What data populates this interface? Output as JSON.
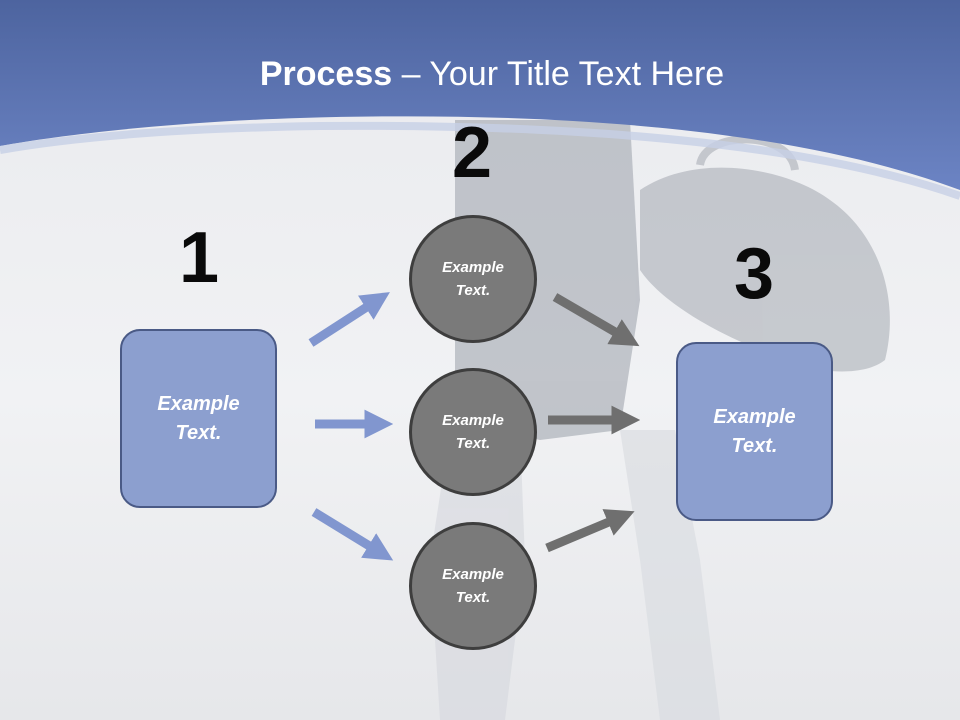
{
  "title": {
    "bold": "Process",
    "rest": " – Your Title Text Here"
  },
  "steps": [
    {
      "number": "1",
      "label": "Example\nText."
    },
    {
      "number": "2",
      "items": [
        "Example\nText.",
        "Example\nText.",
        "Example\nText."
      ]
    },
    {
      "number": "3",
      "label": "Example\nText."
    }
  ],
  "colors": {
    "header_blue": "#5a72b5",
    "box_fill": "#8c9fcf",
    "box_border": "#4a5a86",
    "circle_fill": "#7a7a7a",
    "circle_border": "#3e3e3e",
    "blue_arrow": "#8196cf",
    "gray_arrow": "#6f6f6f"
  }
}
